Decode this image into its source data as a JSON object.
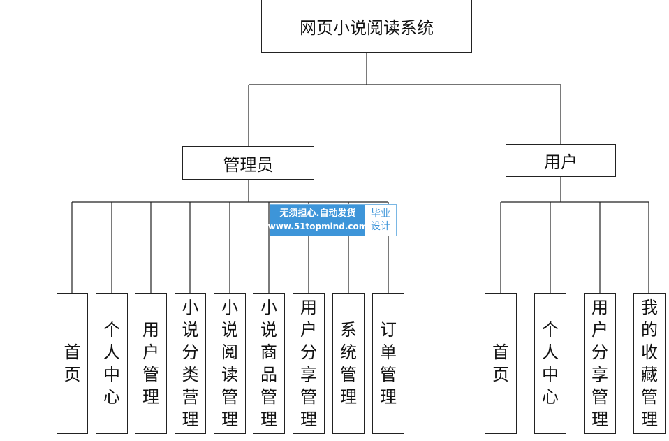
{
  "root": {
    "label": "网页小说阅读系统"
  },
  "admin": {
    "label": "管理员",
    "children": [
      "首页",
      "个人中心",
      "用户管理",
      "小说分类营理",
      "小说阅读管理",
      "小说商品管理",
      "用户分享管理",
      "系统管理",
      "订单管理"
    ]
  },
  "user": {
    "label": "用户",
    "children": [
      "首页",
      "个人中心",
      "用户分享管理",
      "我的收藏管理"
    ]
  },
  "watermark": {
    "line1": "无须担心.自动发货",
    "line2": "www.51topmind.com",
    "right1": "毕业",
    "right2": "设计"
  },
  "colors": {
    "line": "#222222",
    "box_border": "#222222",
    "watermark_blue": "#3d95d9"
  }
}
